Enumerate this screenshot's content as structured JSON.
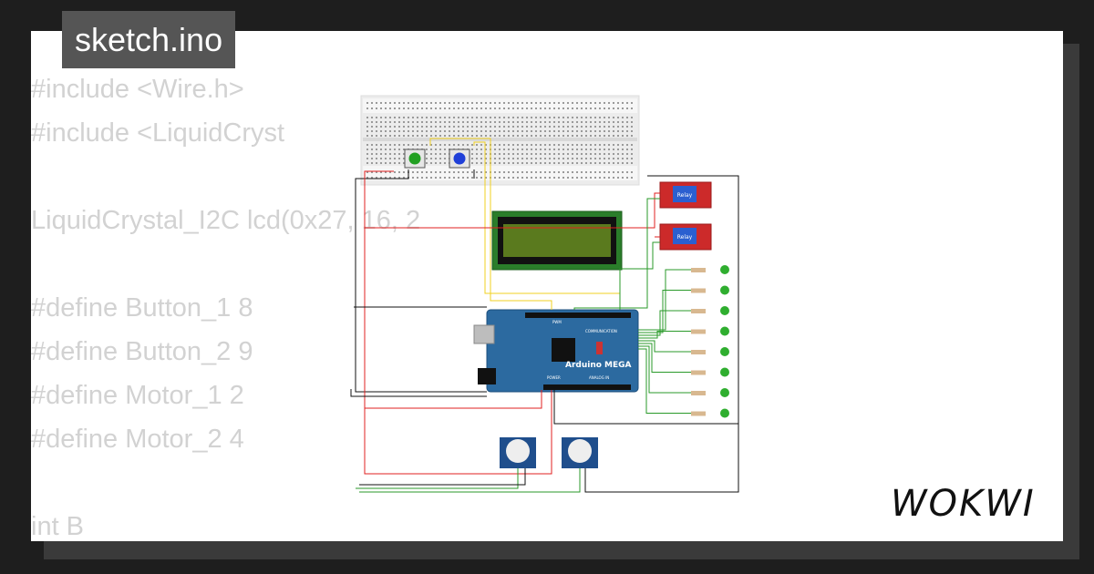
{
  "file": {
    "name": "sketch.ino"
  },
  "code": {
    "lines": [
      "#include <Wire.h>",
      "#include <LiquidCryst",
      "",
      "LiquidCrystal_I2C lcd(0x27, 16, 2",
      "",
      "#define Button_1 8",
      "#define Button_2 9",
      "#define Motor_1 2",
      "#define Motor_2 4",
      "",
      "int B"
    ]
  },
  "board": {
    "label": "Arduino MEGA",
    "pwm_label": "PWM",
    "comm_label": "COMMUNICATION",
    "power_label": "POWER",
    "analog_label": "ANALOG IN"
  },
  "relays": {
    "label": "Relay"
  },
  "brand": {
    "name": "WOKWI"
  },
  "colors": {
    "board": "#2c6aa0",
    "lcd_screen": "#5a7a1e",
    "lcd_pcb": "#2a7d2a",
    "relay": "#cc2a2a",
    "pir": "#1f4e8c",
    "wire_red": "#e02020",
    "wire_yellow": "#f0d020",
    "wire_green": "#2a9a2a",
    "wire_black": "#111111"
  }
}
